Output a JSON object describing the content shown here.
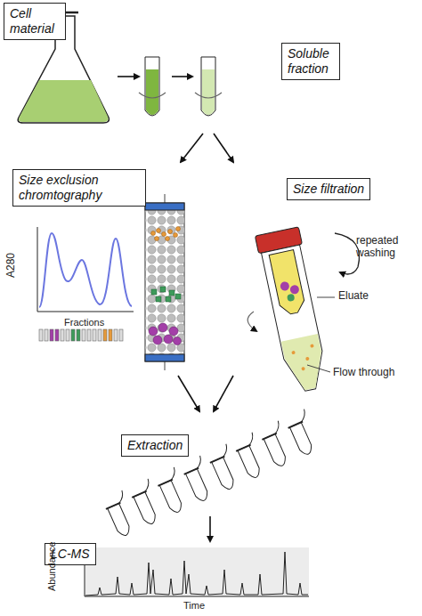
{
  "diagram": {
    "nodes": [
      {
        "text": [
          "Cell material"
        ]
      },
      {
        "text": [
          "Soluble fraction"
        ]
      },
      {
        "text": [
          "Size exclusion chromtography"
        ]
      },
      {
        "text": [
          "Size filtration"
        ]
      },
      {
        "text": [
          "Extraction"
        ]
      },
      {
        "text": [
          "LC-MS"
        ]
      }
    ],
    "labels": [
      "A280",
      "Fractions",
      "repeated washing",
      "Eluate",
      "Flow through",
      "Abundance",
      "Time"
    ]
  }
}
